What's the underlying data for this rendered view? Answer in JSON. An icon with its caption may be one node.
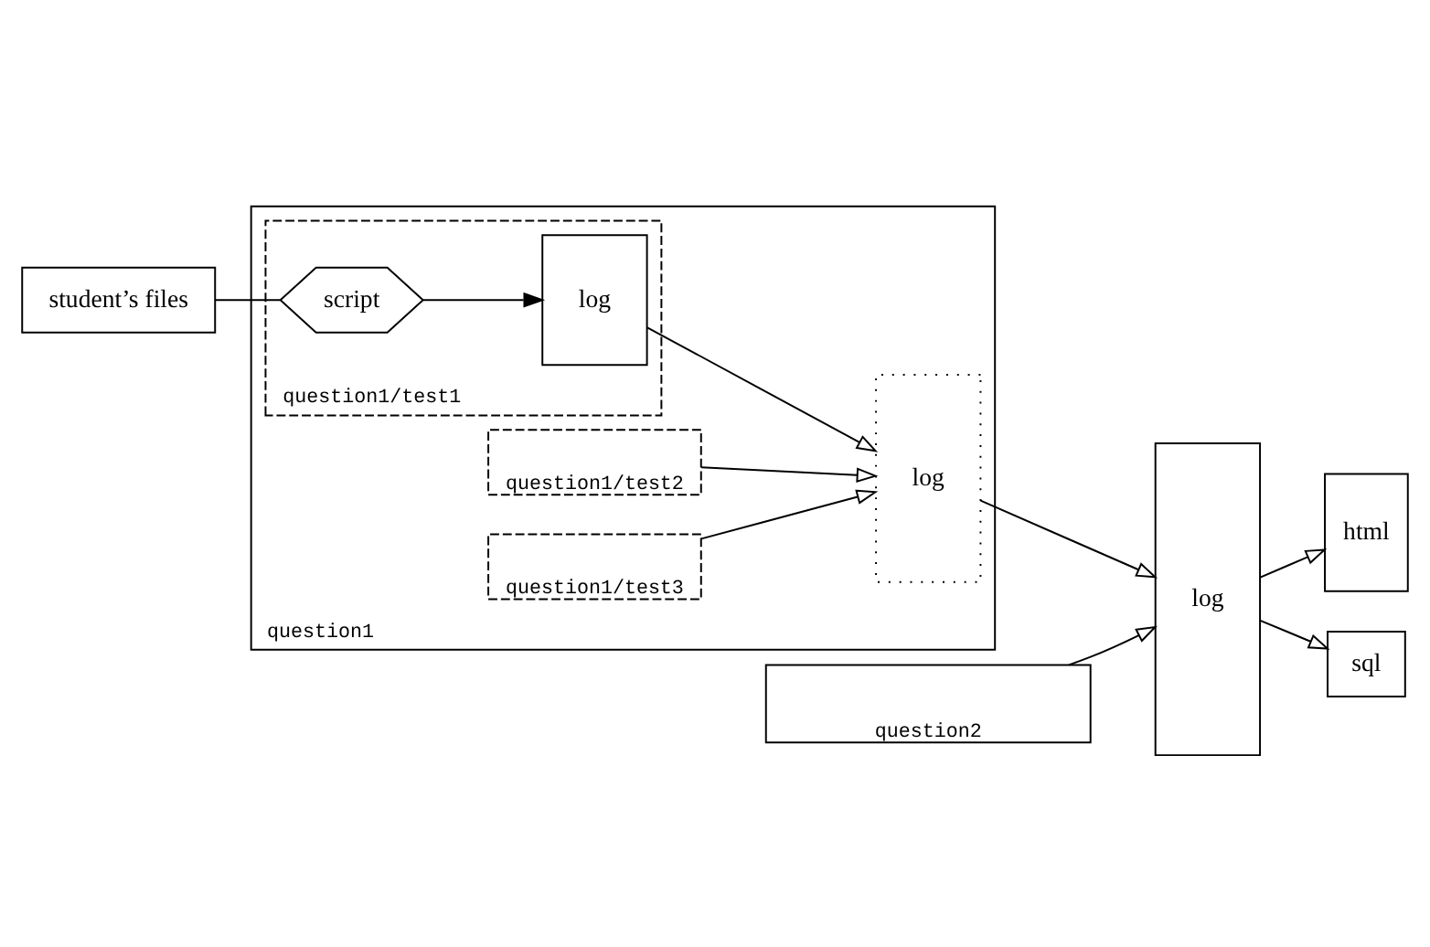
{
  "diagram": {
    "nodes": [
      {
        "text": [
          "student’s files"
        ]
      },
      {
        "text": [
          "question1"
        ]
      },
      {
        "text": [
          "question1/test1"
        ],
        "in": 1
      },
      {
        "text": [
          "script"
        ],
        "in": 2
      },
      {
        "text": [
          "log"
        ],
        "in": 2
      },
      {
        "text": [
          "question1/test2"
        ],
        "in": 1
      },
      {
        "text": [
          "question1/test3"
        ],
        "in": 1
      },
      {
        "text": [
          "log"
        ],
        "in": 1
      },
      {
        "text": [
          "question2"
        ]
      },
      {
        "text": [
          "log"
        ]
      },
      {
        "text": [
          "html"
        ]
      },
      {
        "text": [
          "sql"
        ]
      }
    ],
    "edges": [
      {
        "from": 0,
        "to": 3,
        "arrow": "none"
      },
      {
        "from": 3,
        "to": 4,
        "arrow": "to"
      },
      {
        "from": 4,
        "to": 7,
        "arrow": "to"
      },
      {
        "from": 5,
        "to": 7,
        "arrow": "to"
      },
      {
        "from": 6,
        "to": 7,
        "arrow": "to"
      },
      {
        "from": 7,
        "to": 9,
        "arrow": "to"
      },
      {
        "from": 8,
        "to": 9,
        "arrow": "to"
      },
      {
        "from": 9,
        "to": 10,
        "arrow": "to"
      },
      {
        "from": 9,
        "to": 11,
        "arrow": "to"
      }
    ]
  }
}
